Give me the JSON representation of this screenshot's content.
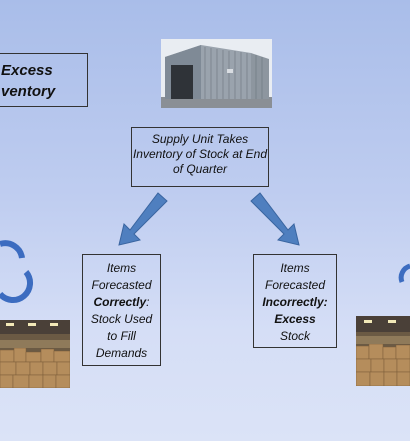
{
  "excess_box": {
    "line1": "Excess",
    "line2": "ventory"
  },
  "supply_box": {
    "line1": "Supply Unit Takes",
    "line2": "Inventory of Stock at End",
    "line3": "of Quarter"
  },
  "correct_box": {
    "line1": "Items",
    "line2": "Forecasted",
    "line3_bold": "Correctly",
    "line3_rest": ":",
    "line4": "Stock Used",
    "line5": "to Fill",
    "line6": "Demands"
  },
  "incorrect_box": {
    "line1": "Items",
    "line2": "Forecasted",
    "line3_bold": "Incorrectly:",
    "line4_bold": "Excess",
    "line5": "Stock"
  },
  "colors": {
    "arrow_fill": "#4f7fbf",
    "arrow_stroke": "#3a65a0",
    "cycle_arrow": "#3c6cc0"
  }
}
